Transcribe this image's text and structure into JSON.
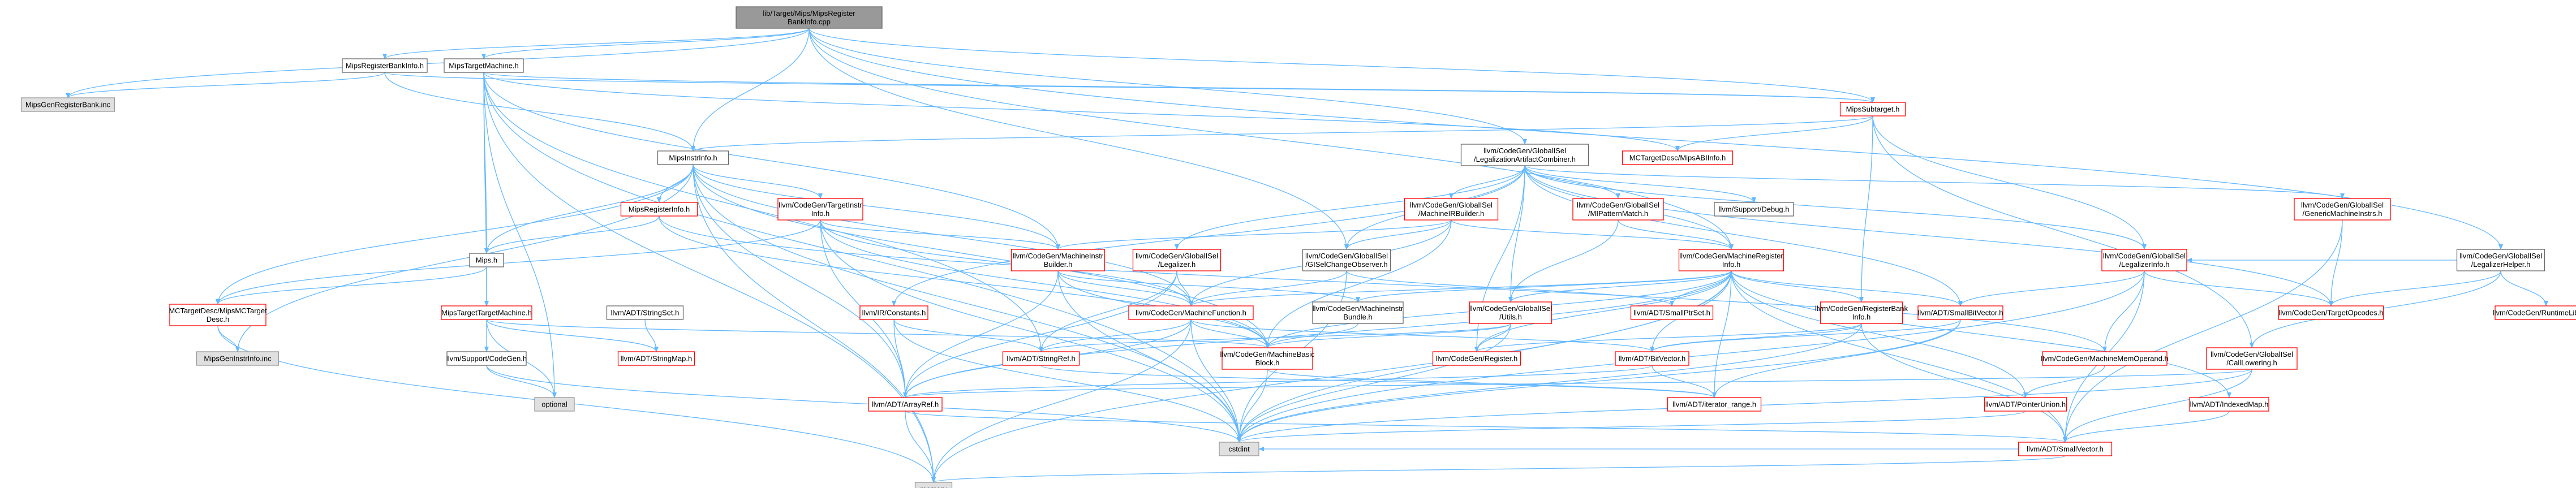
{
  "colors": {
    "edge": "#63b8ff",
    "focus_fill": "#999999",
    "focus_border": "#666666",
    "linked_fill": "#ffffff",
    "linked_border": "#666666",
    "incomplete_fill": "#ffffff",
    "incomplete_border": "#ff0000",
    "external_fill": "#e0e0e0",
    "external_border": "#999999"
  },
  "nodes": [
    {
      "id": "root",
      "kind": "focus",
      "lines": [
        "lib/Target/Mips/MipsRegister",
        "BankInfo.cpp"
      ]
    },
    {
      "id": "mrbi",
      "kind": "linked",
      "lines": [
        "MipsRegisterBankInfo.h"
      ]
    },
    {
      "id": "mtm",
      "kind": "linked",
      "lines": [
        "MipsTargetMachine.h"
      ]
    },
    {
      "id": "mgrb",
      "kind": "external",
      "lines": [
        "MipsGenRegisterBank.inc"
      ]
    },
    {
      "id": "legcomb",
      "kind": "linked",
      "lines": [
        "llvm/CodeGen/GlobalISel",
        "/LegalizationArtifactCombiner.h"
      ]
    },
    {
      "id": "leghelper",
      "kind": "linked",
      "lines": [
        "llvm/CodeGen/GlobalISel",
        "/LegalizerHelper.h"
      ]
    },
    {
      "id": "msubt",
      "kind": "incomplete",
      "lines": [
        "MipsSubtarget.h"
      ]
    },
    {
      "id": "mcabi",
      "kind": "incomplete",
      "lines": [
        "MCTargetDesc/MipsABIInfo.h"
      ]
    },
    {
      "id": "minstr",
      "kind": "linked",
      "lines": [
        "MipsInstrInfo.h"
      ]
    },
    {
      "id": "supdebug",
      "kind": "linked",
      "lines": [
        "llvm/Support/Debug.h"
      ]
    },
    {
      "id": "mreginfo",
      "kind": "incomplete",
      "lines": [
        "MipsRegisterInfo.h"
      ]
    },
    {
      "id": "tii",
      "kind": "incomplete",
      "lines": [
        "llvm/CodeGen/TargetInstr",
        "Info.h"
      ]
    },
    {
      "id": "mirbld",
      "kind": "incomplete",
      "lines": [
        "llvm/CodeGen/GlobalISel",
        "/MachineIRBuilder.h"
      ]
    },
    {
      "id": "mipm",
      "kind": "incomplete",
      "lines": [
        "llvm/CodeGen/GlobalISel",
        "/MIPatternMatch.h"
      ]
    },
    {
      "id": "gmi",
      "kind": "incomplete",
      "lines": [
        "llvm/CodeGen/GlobalISel",
        "/GenericMachineInstrs.h"
      ]
    },
    {
      "id": "legalizer",
      "kind": "incomplete",
      "lines": [
        "llvm/CodeGen/GlobalISel",
        "/Legalizer.h"
      ]
    },
    {
      "id": "gcobs",
      "kind": "linked",
      "lines": [
        "llvm/CodeGen/GlobalISel",
        "/GISelChangeObserver.h"
      ]
    },
    {
      "id": "mri",
      "kind": "incomplete",
      "lines": [
        "llvm/CodeGen/MachineRegister",
        "Info.h"
      ]
    },
    {
      "id": "leginfo",
      "kind": "incomplete",
      "lines": [
        "llvm/CodeGen/GlobalISel",
        "/LegalizerInfo.h"
      ]
    },
    {
      "id": "mih",
      "kind": "linked",
      "lines": [
        "Mips.h"
      ]
    },
    {
      "id": "mibld",
      "kind": "incomplete",
      "lines": [
        "llvm/CodeGen/MachineInstr",
        "Builder.h"
      ]
    },
    {
      "id": "mcdesc",
      "kind": "incomplete",
      "lines": [
        "MCTargetDesc/MipsMCTarget",
        "Desc.h"
      ]
    },
    {
      "id": "mttm",
      "kind": "incomplete",
      "lines": [
        "MipsTargetTargetMachine.h"
      ]
    },
    {
      "id": "strset",
      "kind": "linked",
      "lines": [
        "llvm/ADT/StringSet.h"
      ]
    },
    {
      "id": "irconst",
      "kind": "incomplete",
      "lines": [
        "llvm/IR/Constants.h"
      ]
    },
    {
      "id": "mfn",
      "kind": "incomplete",
      "lines": [
        "llvm/CodeGen/MachineFunction.h"
      ]
    },
    {
      "id": "mib",
      "kind": "linked",
      "lines": [
        "llvm/CodeGen/MachineInstr",
        "Bundle.h"
      ]
    },
    {
      "id": "gutils",
      "kind": "incomplete",
      "lines": [
        "llvm/CodeGen/GlobalISel",
        "/Utils.h"
      ]
    },
    {
      "id": "sps",
      "kind": "incomplete",
      "lines": [
        "llvm/ADT/SmallPtrSet.h"
      ]
    },
    {
      "id": "rbi",
      "kind": "incomplete",
      "lines": [
        "llvm/CodeGen/RegisterBank",
        "Info.h"
      ]
    },
    {
      "id": "sbv",
      "kind": "incomplete",
      "lines": [
        "llvm/ADT/SmallBitVector.h"
      ]
    },
    {
      "id": "topc",
      "kind": "incomplete",
      "lines": [
        "llvm/CodeGen/TargetOpcodes.h"
      ]
    },
    {
      "id": "rtlib",
      "kind": "incomplete",
      "lines": [
        "llvm/CodeGen/RuntimeLibcalls.h"
      ]
    },
    {
      "id": "mgii",
      "kind": "external",
      "lines": [
        "MipsGenInstrInfo.inc"
      ]
    },
    {
      "id": "cgh",
      "kind": "linked",
      "lines": [
        "llvm/Support/CodeGen.h"
      ]
    },
    {
      "id": "strmap",
      "kind": "incomplete",
      "lines": [
        "llvm/ADT/StringMap.h"
      ]
    },
    {
      "id": "stref",
      "kind": "incomplete",
      "lines": [
        "llvm/ADT/StringRef.h"
      ]
    },
    {
      "id": "mbb",
      "kind": "incomplete",
      "lines": [
        "llvm/CodeGen/MachineBasic",
        "Block.h"
      ]
    },
    {
      "id": "creg",
      "kind": "incomplete",
      "lines": [
        "llvm/CodeGen/Register.h"
      ]
    },
    {
      "id": "bitv",
      "kind": "incomplete",
      "lines": [
        "llvm/ADT/BitVector.h"
      ]
    },
    {
      "id": "mmo",
      "kind": "incomplete",
      "lines": [
        "llvm/CodeGen/MachineMemOperand.h"
      ]
    },
    {
      "id": "calllow",
      "kind": "incomplete",
      "lines": [
        "llvm/CodeGen/GlobalISel",
        "/CallLowering.h"
      ]
    },
    {
      "id": "optional",
      "kind": "external",
      "lines": [
        "optional"
      ]
    },
    {
      "id": "arrref",
      "kind": "incomplete",
      "lines": [
        "llvm/ADT/ArrayRef.h"
      ]
    },
    {
      "id": "itr",
      "kind": "incomplete",
      "lines": [
        "llvm/ADT/iterator_range.h"
      ]
    },
    {
      "id": "ptru",
      "kind": "incomplete",
      "lines": [
        "llvm/ADT/PointerUnion.h"
      ]
    },
    {
      "id": "idxmap",
      "kind": "incomplete",
      "lines": [
        "llvm/ADT/IndexedMap.h"
      ]
    },
    {
      "id": "cstdint",
      "kind": "external",
      "lines": [
        "cstdint"
      ]
    },
    {
      "id": "smallvec",
      "kind": "incomplete",
      "lines": [
        "llvm/ADT/SmallVector.h"
      ]
    },
    {
      "id": "memory",
      "kind": "external",
      "lines": [
        "memory"
      ]
    }
  ]
}
